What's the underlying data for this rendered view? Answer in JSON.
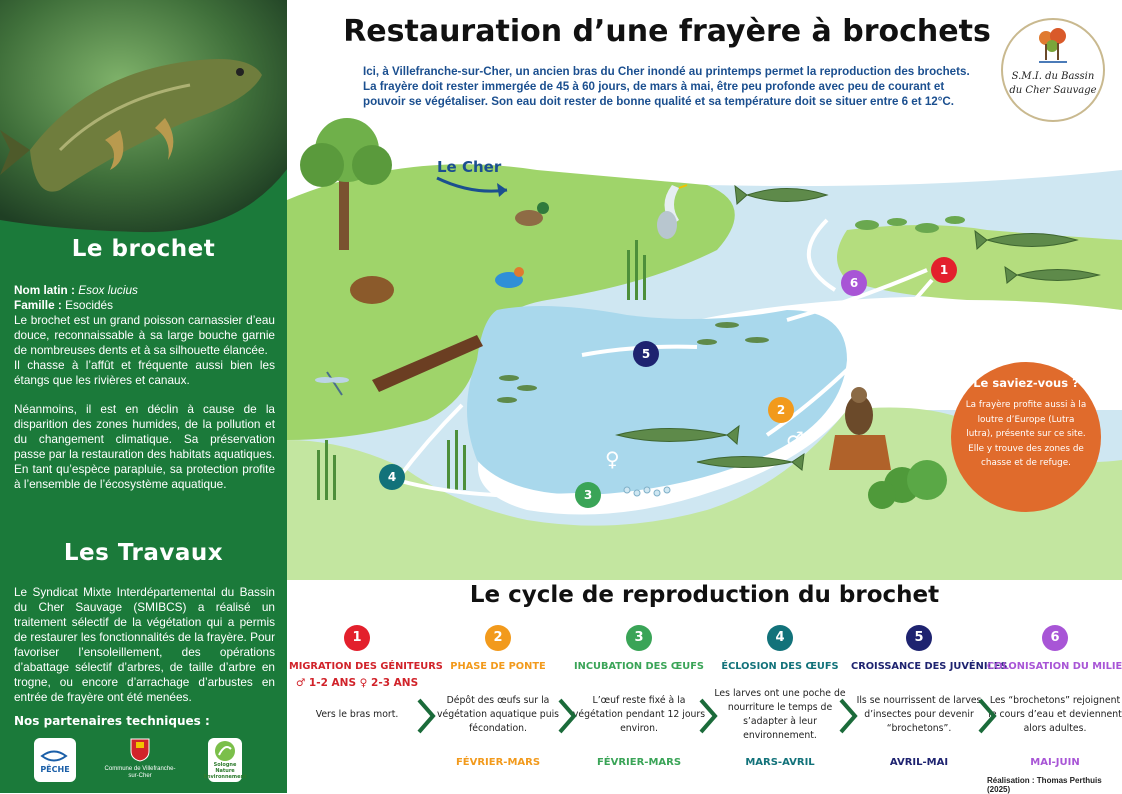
{
  "sidebar": {
    "section1_title": "Le brochet",
    "latin_label": "Nom latin : ",
    "latin_value": "Esox lucius",
    "family_label": "Famille : ",
    "family_value": "Esocidés",
    "para1": "Le brochet est un grand poisson carnassier d’eau douce, reconnaissable à sa large bouche garnie de nombreuses dents et à sa silhouette élancée.",
    "para2": "Il chasse à l’affût et fréquente aussi bien les étangs que les rivières et canaux.",
    "para3": "Néanmoins, il est en déclin à cause de la disparition des zones humides, de la pollution et du changement climatique. Sa préservation passe par la restauration des habitats aquatiques. En tant qu’espèce parapluie, sa protection profite à l’ensemble de l’écosystème aquatique.",
    "section2_title": "Les Travaux",
    "travaux_text": "Le Syndicat Mixte Interdépartemental du Bassin du Cher Sauvage (SMIBCS) a réalisé un traitement sélectif de la végétation qui a permis de restaurer les fonctionnalités de la frayère. Pour favoriser l’ensoleillement, des opérations d’abattage sélectif d’arbres, de taille d’arbre en trogne, ou encore d’arrachage d’arbustes en entrée de frayère ont été menées.",
    "partners_title": "Nos partenaires techniques :",
    "partners": [
      {
        "text": "PÊCHE",
        "icon": "fishing-federation-logo"
      },
      {
        "text": "Commune de Villefranche-sur-Cher",
        "icon": "town-crest-logo"
      },
      {
        "text": "Sologne Nature Environnement",
        "icon": "sologne-nature-logo"
      }
    ]
  },
  "main": {
    "title": "Restauration d’une frayère à brochets",
    "intro": "Ici, à Villefranche-sur-Cher, un ancien bras du Cher inondé au printemps permet la reproduction des brochets. La frayère doit rester immergée de 45 à 60 jours, de mars à mai, être peu profonde avec peu de courant et pouvoir se végétaliser. Son eau doit rester de bonne qualité et sa température doit se situer entre 6 et 12°C.",
    "logo_line1": "S.M.I. du Bassin",
    "logo_line2": "du Cher Sauvage",
    "river_label": "Le Cher",
    "did_you_know_title": "Le saviez-vous ?",
    "did_you_know_text": "La frayère profite aussi à la loutre d’Europe (Lutra lutra), présente sur ce site. Elle y trouve des zones de chasse et de refuge.",
    "map_numbers": [
      "1",
      "2",
      "3",
      "4",
      "5",
      "6"
    ],
    "female_symbol": "♀",
    "male_symbol": "♂",
    "cycle_title": "Le cycle de reproduction du brochet",
    "credit": "Réalisation : Thomas Perthuis (2025)"
  },
  "steps": [
    {
      "num": "1",
      "title": "MIGRATION DES GÉNITEURS",
      "sub": "♂ 1-2 ANS ♀ 2-3 ANS",
      "desc": "Vers le bras mort.",
      "period": "",
      "color": "#e3202c"
    },
    {
      "num": "2",
      "title": "PHASE DE PONTE",
      "sub": "",
      "desc": "Dépôt des œufs sur la végétation aquatique puis fécondation.",
      "period": "FÉVRIER-MARS",
      "color": "#f29a1c"
    },
    {
      "num": "3",
      "title": "INCUBATION DES ŒUFS",
      "sub": "",
      "desc": "L’œuf reste fixé à la végétation pendant 12 jours environ.",
      "period": "FÉVRIER-MARS",
      "color": "#3aa457"
    },
    {
      "num": "4",
      "title": "ÉCLOSION DES ŒUFS",
      "sub": "",
      "desc": "Les larves ont une poche de nourriture le temps de s’adapter à leur environnement.",
      "period": "MARS-AVRIL",
      "color": "#12727a"
    },
    {
      "num": "5",
      "title": "CROISSANCE DES JUVÉNILES",
      "sub": "",
      "desc": "Ils se nourrissent de larves d’insectes pour devenir “brochetons”.",
      "period": "AVRIL-MAI",
      "color": "#1e2370"
    },
    {
      "num": "6",
      "title": "COLONISATION DU MILIEU",
      "sub": "",
      "desc": "Les “brochetons” rejoignent le cours d’eau et deviennent alors adultes.",
      "period": "MAI-JUIN",
      "color": "#a855d6"
    }
  ]
}
